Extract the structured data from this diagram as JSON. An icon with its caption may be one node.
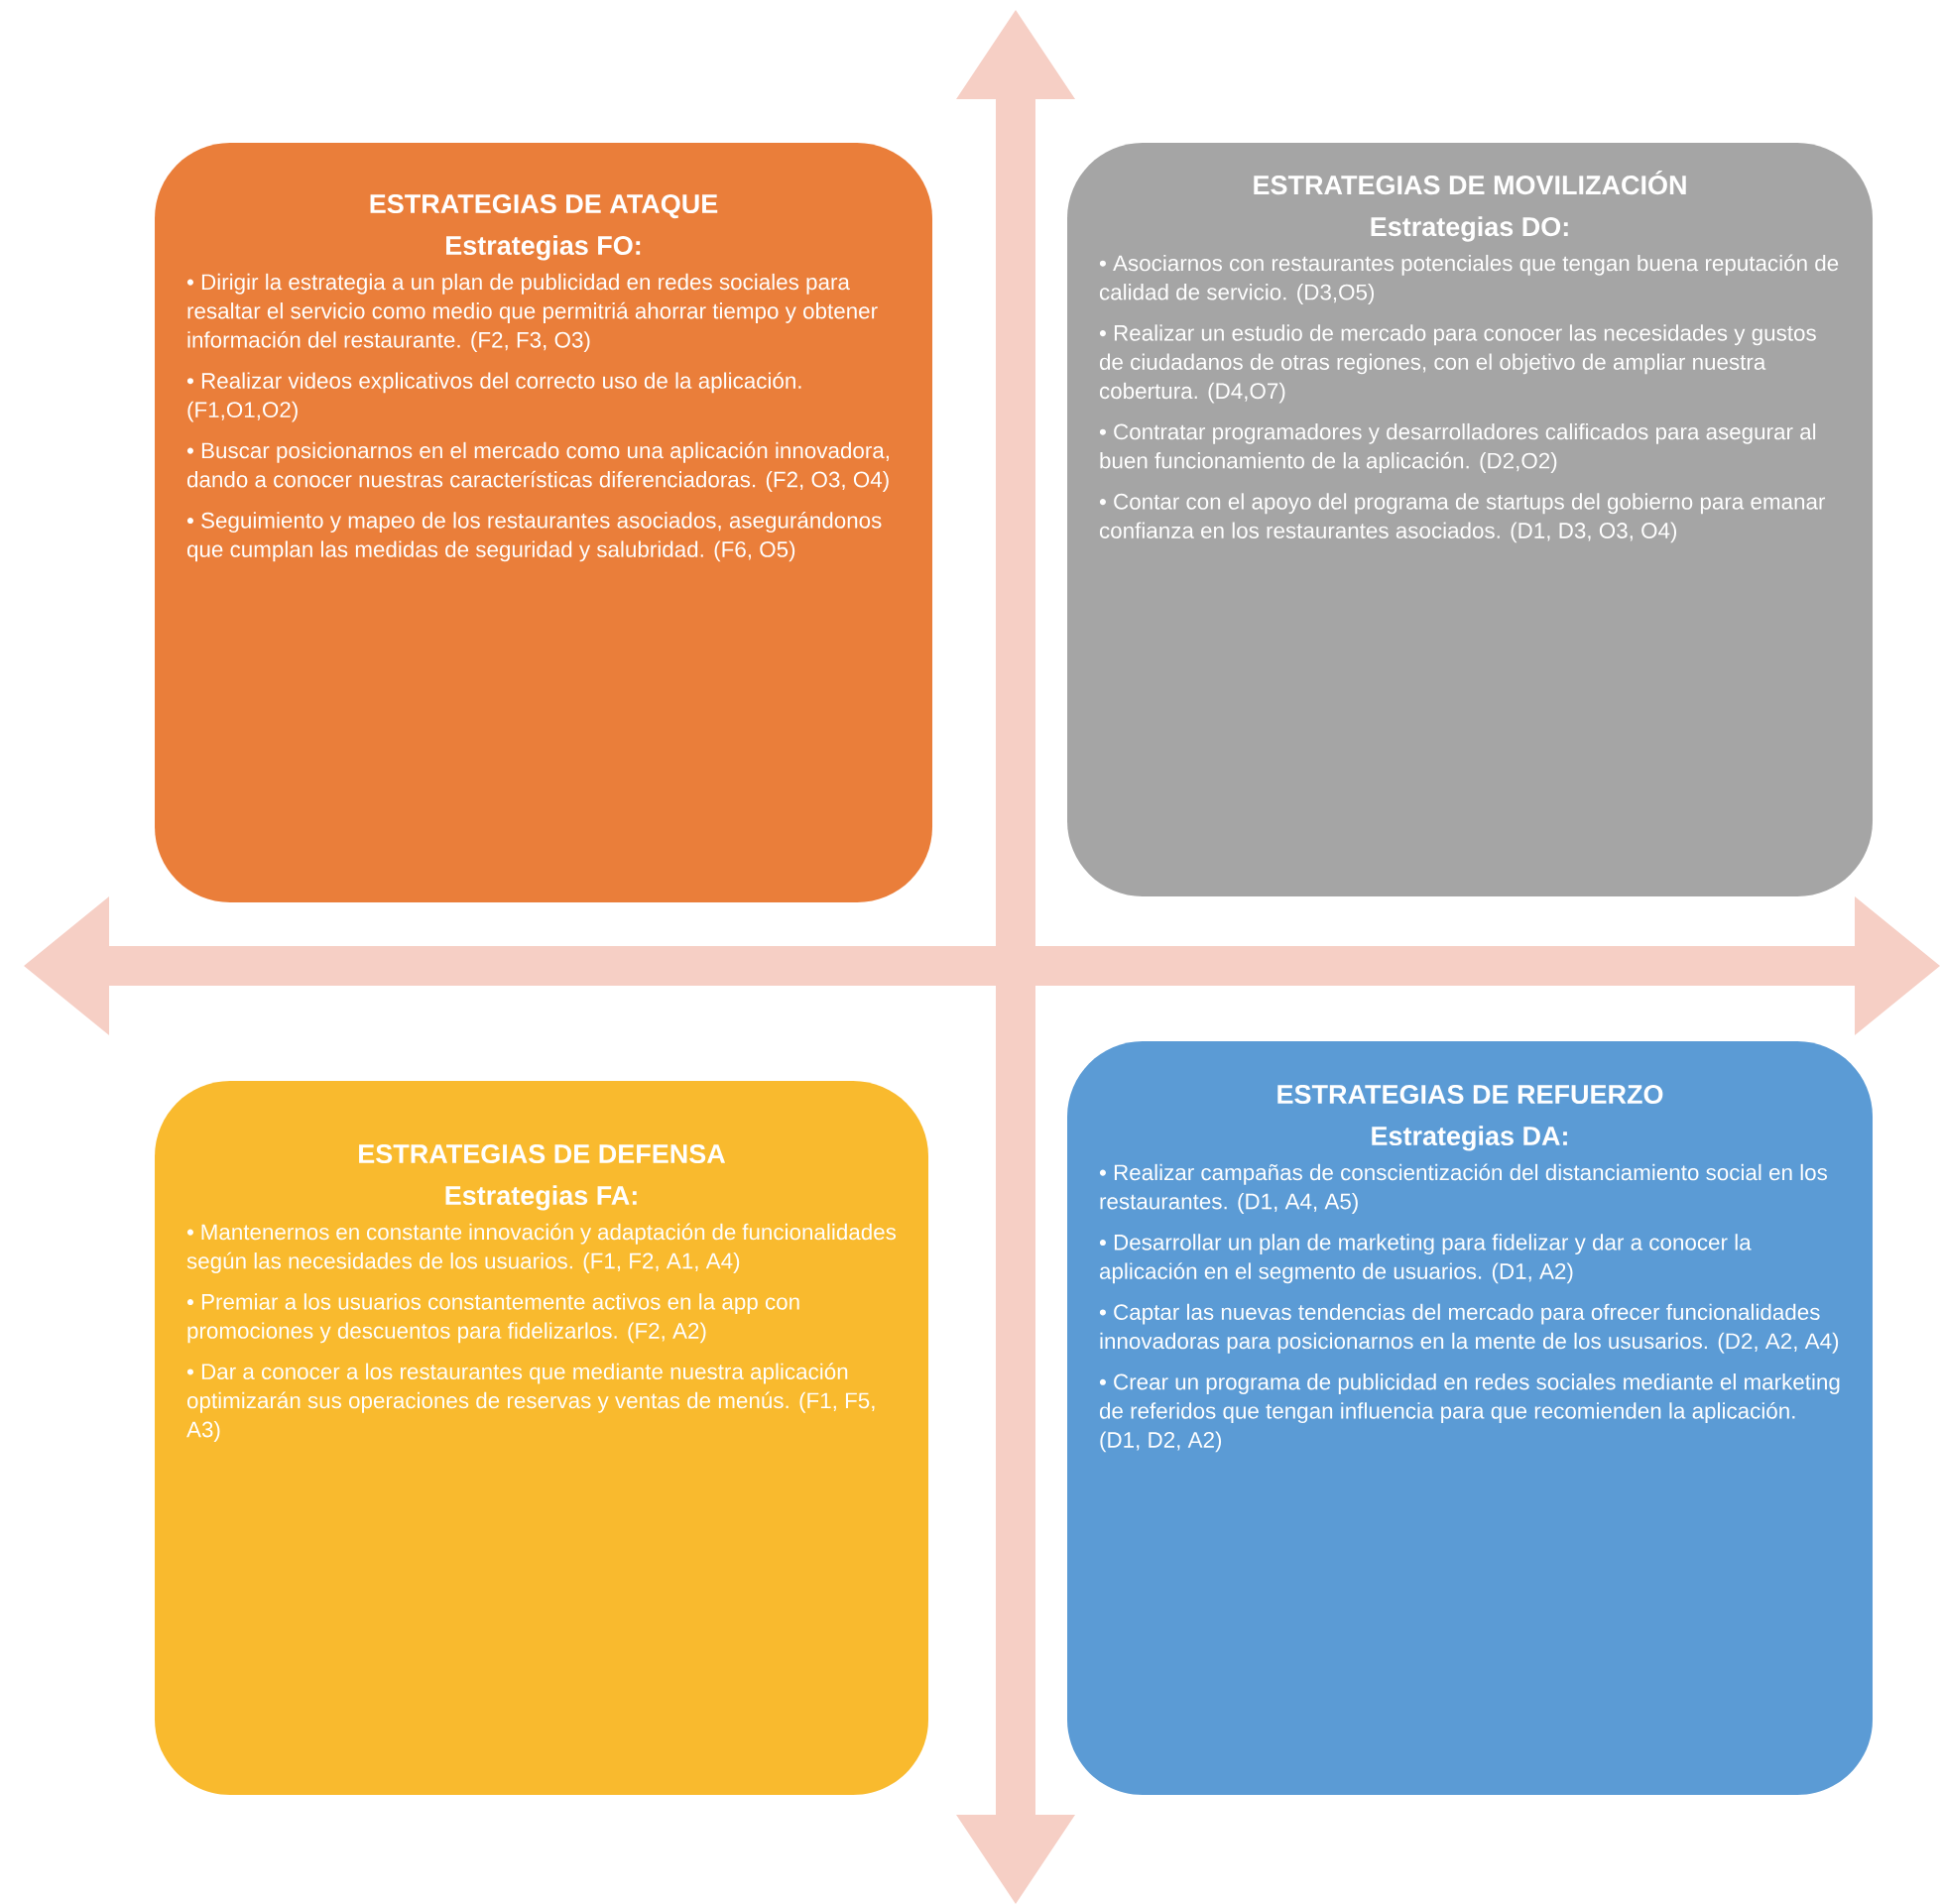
{
  "diagram": {
    "nodes": [
      {
        "text": [
          "ESTRATEGIAS DE ATAQUE",
          "Estrategias FO:",
          "• Dirigir la estrategia a un plan de publicidad en redes sociales para resaltar el servicio como medio que permitriá ahorrar tiempo y obtener información del restaurante.  (F2, F3, O3)",
          "• Realizar videos explicativos del correcto uso de la aplicación. (F1,O1,O2)",
          "• Buscar posicionarnos en el mercado como una aplicación innovadora, dando a conocer nuestras características diferenciadoras. (F2, O3, O4)",
          "• Seguimiento y mapeo de los restaurantes asociados, asegurándonos que cumplan las medidas de seguridad y salubridad. (F6, O5)"
        ]
      },
      {
        "text": [
          "ESTRATEGIAS DE MOVILIZACIÓN",
          "Estrategias DO:",
          "• Asociarnos con restaurantes potenciales que tengan buena reputación de calidad de servicio. (D3,O5)",
          "• Realizar un estudio de mercado para conocer las necesidades y gustos de ciudadanos de otras regiones, con el objetivo de ampliar nuestra cobertura. (D4,O7)",
          "• Contratar programadores y desarrolladores calificados para asegurar al buen funcionamiento de la aplicación. (D2,O2)",
          "• Contar con el apoyo del programa de startups del gobierno para emanar confianza en los restaurantes asociados. (D1, D3, O3, O4)"
        ]
      },
      {
        "text": [
          "ESTRATEGIAS DE DEFENSA",
          "Estrategias FA:",
          "• Mantenernos en constante innovación y adaptación de funcionalidades según las necesidades de los usuarios. (F1, F2, A1, A4)",
          "• Premiar a los usuarios constantemente activos en la app con promociones y descuentos para fidelizarlos. (F2, A2)",
          "• Dar a conocer a los restaurantes que mediante nuestra aplicación optimizarán sus operaciones de reservas y ventas de menús. (F1, F5, A3)"
        ]
      },
      {
        "text": [
          "ESTRATEGIAS DE REFUERZO",
          "Estrategias DA:",
          "• Realizar campañas de conscientización del distanciamiento social en los restaurantes. (D1, A4, A5)",
          "• Desarrollar un plan de marketing para fidelizar y dar a conocer la aplicación en el segmento de usuarios. (D1, A2)",
          "• Captar las nuevas tendencias del mercado para ofrecer funcionalidades innovadoras para posicionarnos en la mente de los ususarios. (D2, A2, A4)",
          "• Crear un programa de publicidad en redes sociales mediante el marketing de referidos que tengan influencia para que recomienden la aplicación. (D1, D2, A2)"
        ]
      }
    ]
  }
}
